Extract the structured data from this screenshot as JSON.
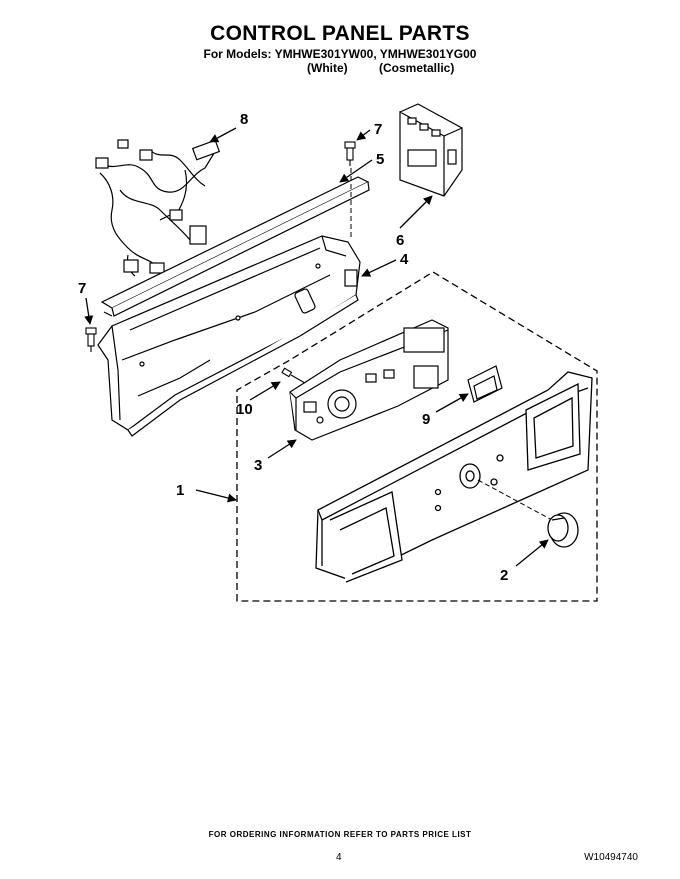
{
  "header": {
    "title": "CONTROL PANEL PARTS",
    "models_line": "For Models: YMHWE301YW00, YMHWE301YG00",
    "variant_1": "(White)",
    "variant_2": "(Cosmetallic)"
  },
  "callouts": {
    "c1": "1",
    "c2": "2",
    "c3": "3",
    "c4": "4",
    "c5": "5",
    "c6": "6",
    "c7a": "7",
    "c7b": "7",
    "c8": "8",
    "c9": "9",
    "c10": "10"
  },
  "footer": {
    "ordering_note": "FOR ORDERING INFORMATION REFER TO PARTS PRICE LIST",
    "page_number": "4",
    "document_number": "W10494740"
  }
}
